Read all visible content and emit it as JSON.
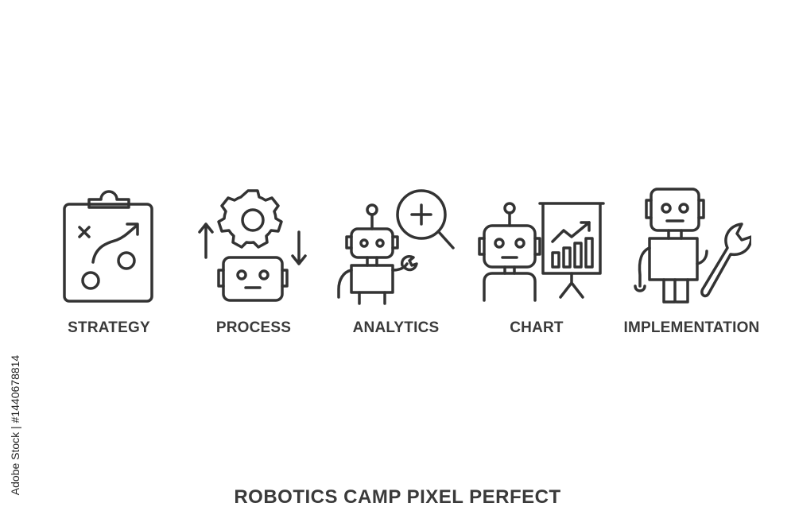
{
  "items": [
    {
      "label": "STRATEGY",
      "icon": "strategy-clipboard-icon"
    },
    {
      "label": "PROCESS",
      "icon": "robot-gear-process-icon"
    },
    {
      "label": "ANALYTICS",
      "icon": "robot-magnifier-analytics-icon"
    },
    {
      "label": "CHART",
      "icon": "robot-chart-board-icon"
    },
    {
      "label": "IMPLEMENTATION",
      "icon": "robot-wrench-icon"
    }
  ],
  "title": "ROBOTICS CAMP  PIXEL PERFECT",
  "stock_id": "Adobe Stock | #1440678814",
  "colors": {
    "stroke": "#333333",
    "text": "#3a3a3a",
    "background": "#ffffff"
  }
}
